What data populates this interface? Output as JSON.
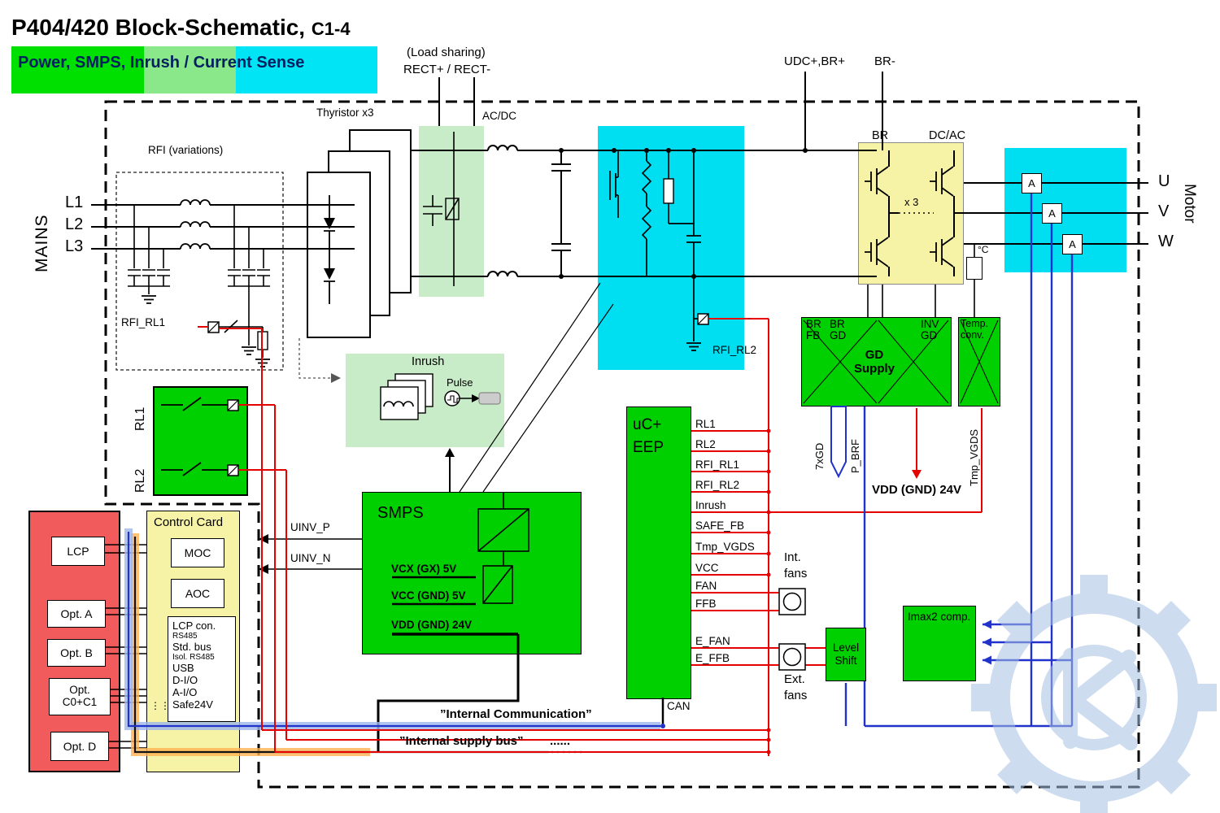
{
  "colors": {
    "green": "#00cf00",
    "light_green": "#c8ecc8",
    "cyan": "#00dff2",
    "yellow": "#f7f3a6",
    "red_panel": "#f25b5b",
    "wire_red": "#e60000",
    "wire_blue": "#2233cc",
    "bus_blue_highlight": "#9db6ea",
    "bus_orange_highlight": "#ffb352",
    "watermark": "#a6c0e2"
  },
  "header": {
    "title": "P404/420 Block-Schematic,",
    "rev": "C1-4",
    "subtitle": "Power, SMPS, Inrush / Current Sense"
  },
  "top_labels": {
    "load_sharing": "(Load sharing)",
    "rect": "RECT+ / RECT-",
    "udc_br": "UDC+,BR+",
    "br_minus": "BR-"
  },
  "mains": {
    "label": "MAINS",
    "l1": "L1",
    "l2": "L2",
    "l3": "L3"
  },
  "rfi": {
    "title": "RFI (variations)",
    "rl1": "RFI_RL1",
    "rl2": "RFI_RL2"
  },
  "relay_block": {
    "rl1": "RL1",
    "rl2": "RL2"
  },
  "power_blocks": {
    "thyristor": "Thyristor x3",
    "acdc": "AC/DC",
    "br": "BR",
    "dcac": "DC/AC",
    "x3": "x 3",
    "temp": "°C"
  },
  "motor": {
    "u": "U",
    "v": "V",
    "w": "W",
    "label": "Motor",
    "sensor": "A"
  },
  "gd": {
    "br_fb_l1": "BR",
    "br_fb_l2": "FB",
    "br_gd_l1": "BR",
    "br_gd_l2": "GD",
    "inv_gd_l1": "INV",
    "inv_gd_l2": "GD",
    "supply_l1": "GD",
    "supply_l2": "Supply",
    "temp_conv_l1": "Temp.",
    "temp_conv_l2": "conv.",
    "bus_7xgd": "7xGD",
    "bus_pbrf": "P_BRF",
    "tmp_vgds": "Tmp_VGDS",
    "vdd": "VDD (GND) 24V"
  },
  "inrush": {
    "title": "Inrush",
    "pulse": "Pulse"
  },
  "smps": {
    "title": "SMPS",
    "vcx": "VCX (GX) 5V",
    "vcc": "VCC (GND) 5V",
    "vdd": "VDD (GND) 24V",
    "uinv_p": "UINV_P",
    "uinv_n": "UINV_N"
  },
  "uc": {
    "l1": "uC+",
    "l2": "EEP",
    "can": "CAN",
    "signals": [
      "RL1",
      "RL2",
      "RFI_RL1",
      "RFI_RL2",
      "Inrush",
      "SAFE_FB",
      "Tmp_VGDS",
      "VCC",
      "FAN",
      "FFB",
      "E_FAN",
      "E_FFB"
    ]
  },
  "fans": {
    "int_l1": "Int.",
    "int_l2": "fans",
    "ext_l1": "Ext.",
    "ext_l2": "fans"
  },
  "level_shift": {
    "l1": "Level",
    "l2": "Shift"
  },
  "imax2": {
    "label": "Imax2 comp."
  },
  "buses": {
    "comm": "”Internal Communication”",
    "supply": "”Internal supply bus”",
    "supply_dots": "......"
  },
  "control_card": {
    "title": "Control Card",
    "moc": "MOC",
    "aoc": "AOC",
    "io": [
      "LCP con.",
      "RS485",
      "Std. bus",
      "Isol. RS485",
      "USB",
      "D-I/O",
      "A-I/O",
      "Safe24V"
    ],
    "dots": "⋮⋮"
  },
  "options": {
    "lcp": "LCP",
    "a": "Opt. A",
    "b": "Opt. B",
    "c_l1": "Opt.",
    "c_l2": "C0+C1",
    "d": "Opt. D"
  }
}
